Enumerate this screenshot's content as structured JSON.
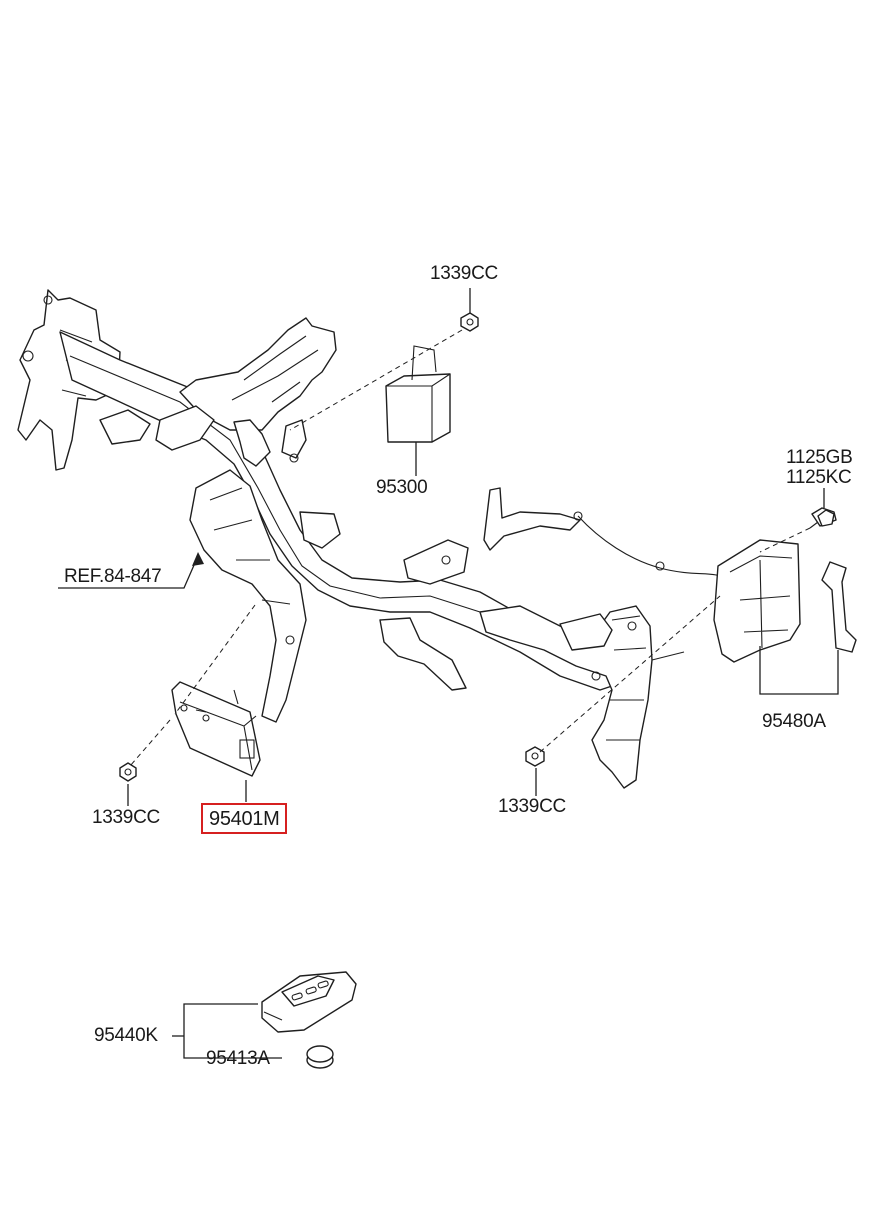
{
  "labels": {
    "nut_top": "1339CC",
    "module_95300": "95300",
    "bolt_a": "1125GB",
    "bolt_b": "1125KC",
    "ref": "REF.84-847",
    "bracket_95480a": "95480A",
    "nut_left": "1339CC",
    "module_highlight": "95401M",
    "nut_mid": "1339CC",
    "fob": "95440K",
    "battery": "95413A"
  },
  "colors": {
    "highlight_box": "#d62020",
    "line": "#1f1f1f"
  },
  "icons": {
    "reference_arrow": "arrow-right-icon"
  }
}
